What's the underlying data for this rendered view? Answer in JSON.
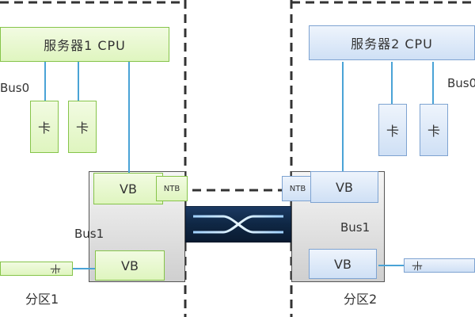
{
  "diagram": {
    "left": {
      "cpu_label": "服务器1 CPU",
      "bus0_label": "Bus0",
      "cards": [
        "卡",
        "卡"
      ],
      "bottom_card": "卡",
      "vb_top": "VB",
      "vb_bottom": "VB",
      "ntb": "NTB",
      "bus1_label": "Bus1",
      "partition_label": "分区1",
      "colors": {
        "fill": "#dff5bf",
        "border": "#86c44a"
      }
    },
    "right": {
      "cpu_label": "服务器2 CPU",
      "bus0_label": "Bus0",
      "cards": [
        "卡",
        "卡"
      ],
      "bottom_card": "卡",
      "vb_top": "VB",
      "vb_bottom": "VB",
      "ntb": "NTB",
      "bus1_label": "Bus1",
      "partition_label": "分区2",
      "colors": {
        "fill": "#cfe0f5",
        "border": "#7ea3d1"
      }
    },
    "wire_color": "#4aa3d6",
    "switch_color": "#0f2744"
  }
}
